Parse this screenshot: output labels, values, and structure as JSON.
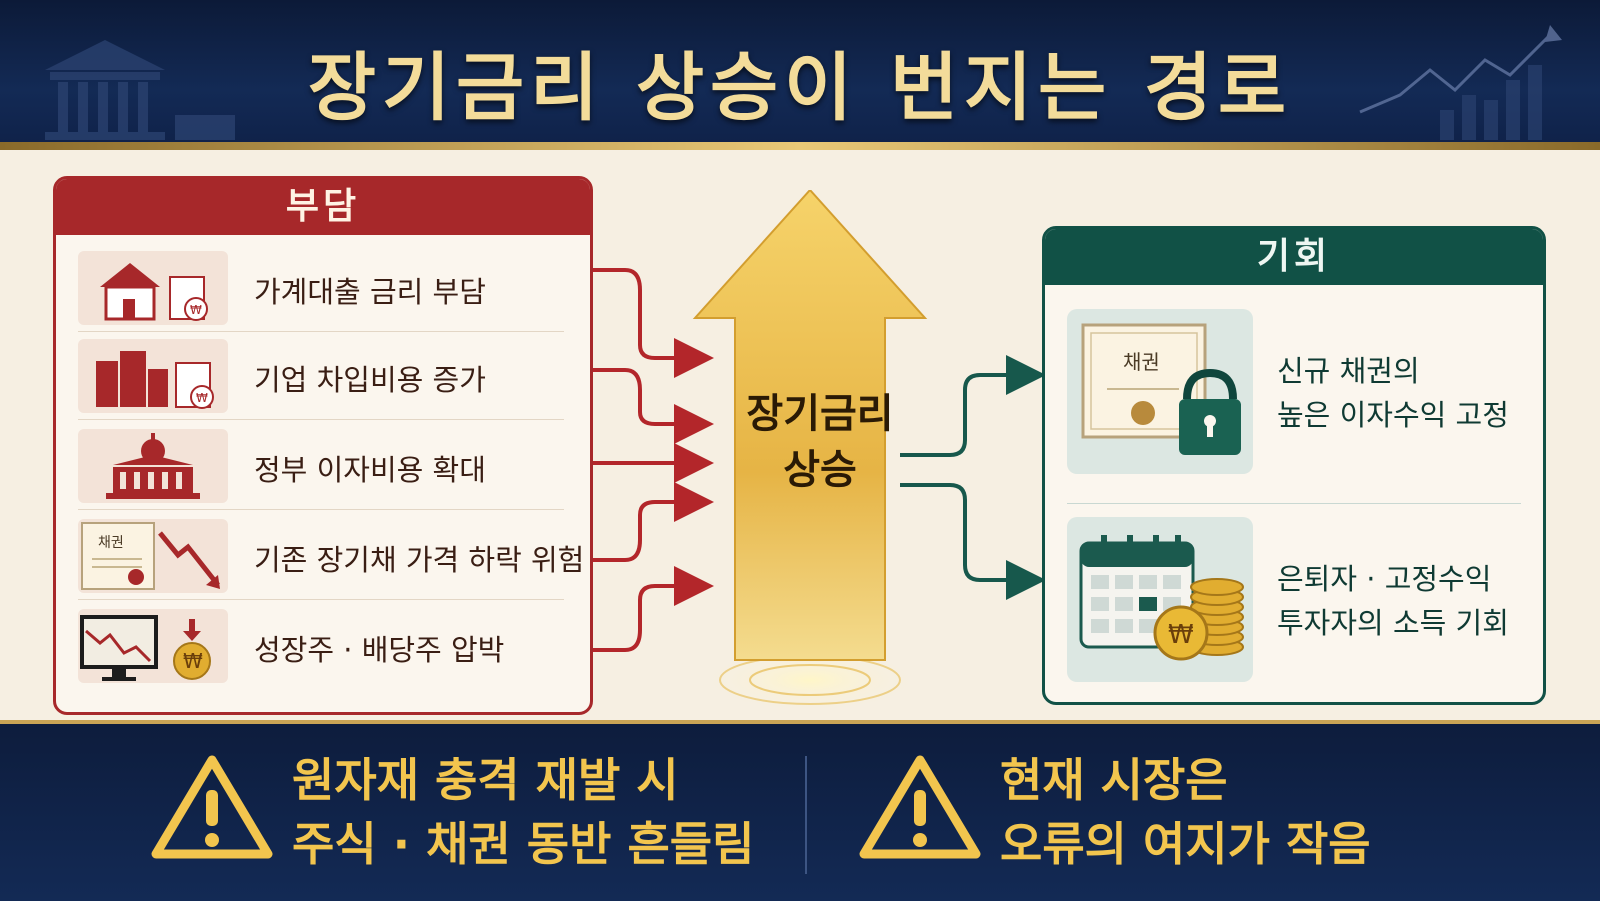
{
  "title": "장기금리 상승이 번지는 경로",
  "burden": {
    "heading": "부담",
    "items": [
      {
        "label": "가계대출 금리 부담",
        "icon": "house-loan-icon"
      },
      {
        "label": "기업 차입비용 증가",
        "icon": "buildings-document-icon"
      },
      {
        "label": "정부 이자비용 확대",
        "icon": "government-building-icon"
      },
      {
        "label": "기존 장기채 가격 하락 위험",
        "icon": "bond-price-down-icon",
        "icon_text": "채권"
      },
      {
        "label": "성장주 · 배당주 압박",
        "icon": "stock-chart-coin-icon"
      }
    ]
  },
  "center": {
    "label": "장기금리\n상승"
  },
  "opportunity": {
    "heading": "기회",
    "items": [
      {
        "label": "신규 채권의\n높은 이자수익 고정",
        "icon": "bond-certificate-lock-icon",
        "icon_text": "채권"
      },
      {
        "label": "은퇴자 · 고정수익\n투자자의 소득 기회",
        "icon": "calendar-coins-icon"
      }
    ]
  },
  "warnings": [
    {
      "text": "원자재 충격 재발 시\n주식 · 채권 동반 흔들림"
    },
    {
      "text": "현재 시장은\n오류의 여지가 작음"
    }
  ],
  "colors": {
    "burden": "#a7282a",
    "opportunity": "#115146",
    "gold": "#f2c54e",
    "navy": "#0f1e3d"
  }
}
